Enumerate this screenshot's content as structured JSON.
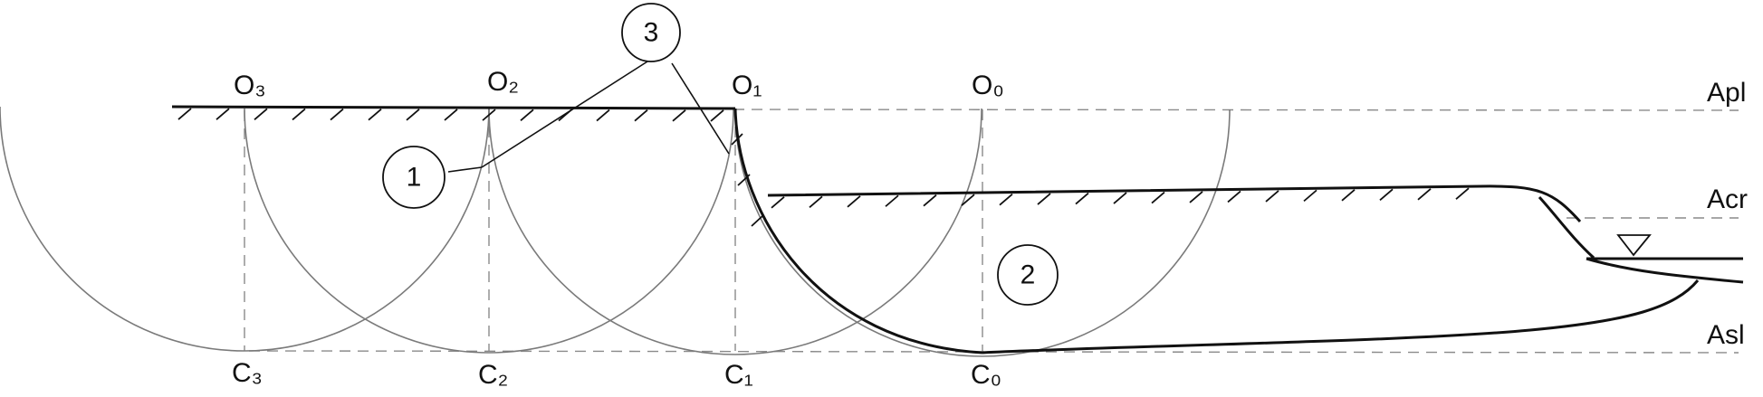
{
  "points": {
    "O3": "O₃",
    "O2": "O₂",
    "O1": "O₁",
    "O0": "O₀",
    "C3": "C₃",
    "C2": "C₂",
    "C1": "C₁",
    "C0": "C₀"
  },
  "levels": {
    "apl": "Apl",
    "acr": "Acr",
    "asl": "Asl"
  },
  "markers": {
    "m1": "1",
    "m2": "2",
    "m3": "3"
  }
}
